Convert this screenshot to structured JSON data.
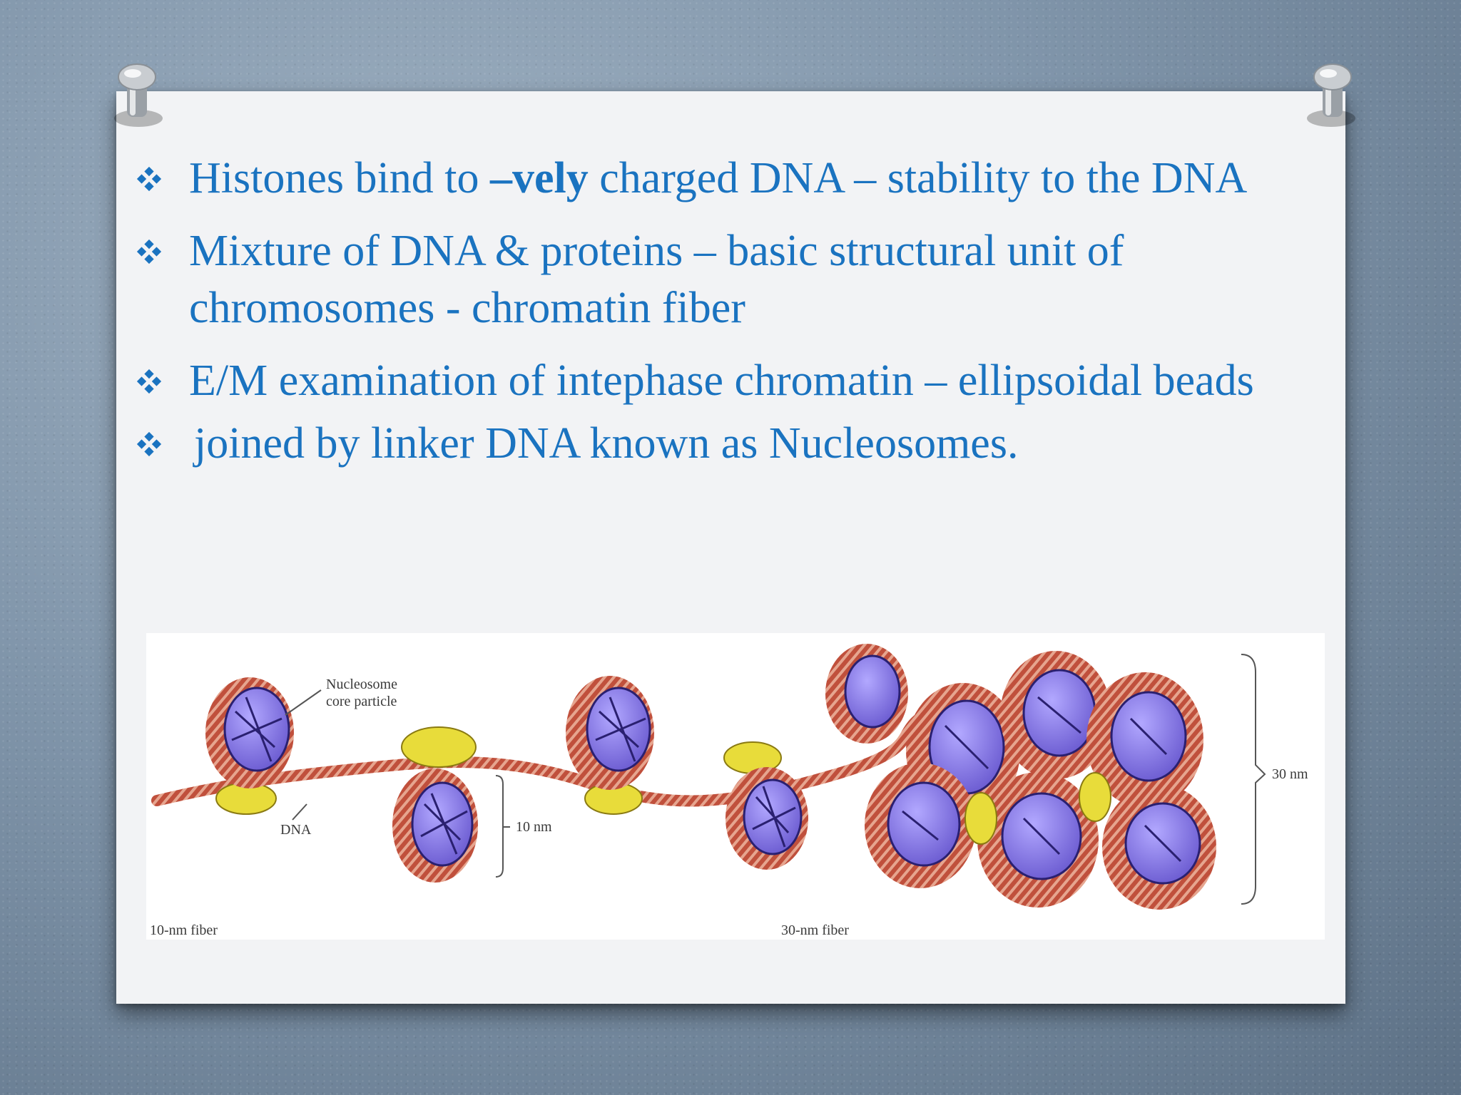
{
  "bullets": [
    {
      "text_before": "Histones  bind to ",
      "bold": "–vely",
      "text_after": " charged DNA – stability to the DNA"
    },
    {
      "text": "Mixture of DNA & proteins – basic structural unit of  chromosomes - chromatin fiber"
    },
    {
      "text": "E/M examination of intephase chromatin – ellipsoidal beads"
    },
    {
      "text": "joined by linker DNA known as Nucleosomes."
    }
  ],
  "figure": {
    "label_core_line1": "Nucleosome",
    "label_core_line2": "core particle",
    "label_dna": "DNA",
    "label_10nm": "10 nm",
    "label_30nm": "30 nm",
    "label_10nm_fiber": "10-nm fiber",
    "label_30nm_fiber": "30-nm fiber"
  },
  "colors": {
    "text": "#1a73c0",
    "histone": "#8c7de8",
    "dna": "#c0503c",
    "linker_histone": "#e8dc3a"
  },
  "icons": [
    "pushpin-icon",
    "diamond-bullet-icon"
  ]
}
